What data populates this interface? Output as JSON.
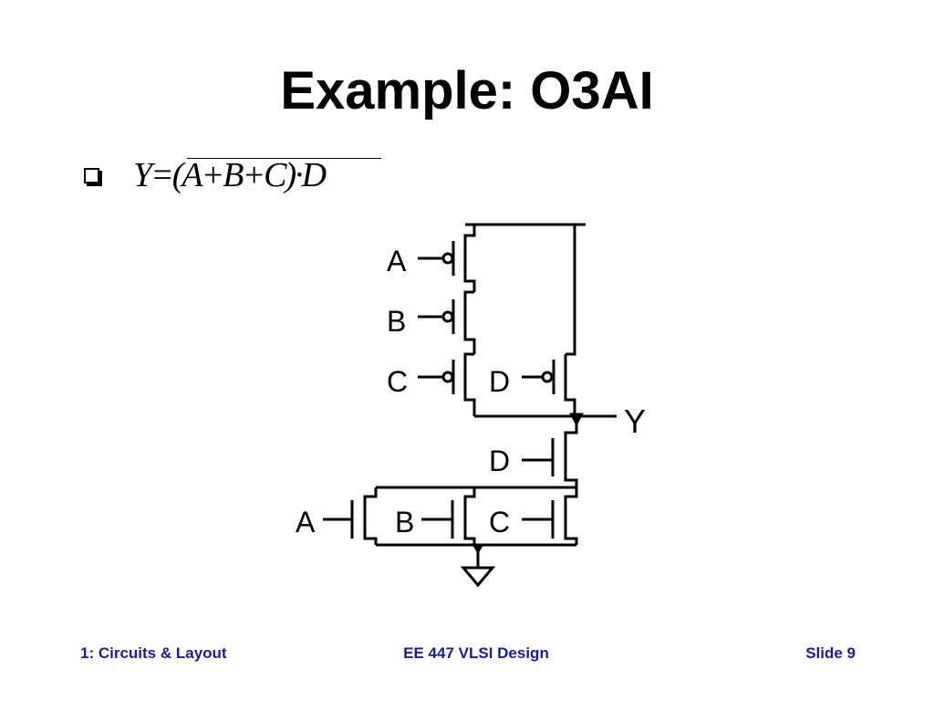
{
  "slide": {
    "title": "Example: O3AI",
    "bullet_formula": "Y=(A+B+C)·D",
    "footer": {
      "left": "1: Circuits & Layout",
      "center": "EE 447 VLSI Design",
      "right": "Slide 9"
    }
  },
  "schematic": {
    "labels": {
      "pA": "A",
      "pB": "B",
      "pC": "C",
      "pD": "D",
      "out": "Y",
      "nD": "D",
      "nA": "A",
      "nB": "B",
      "nC": "C"
    }
  }
}
